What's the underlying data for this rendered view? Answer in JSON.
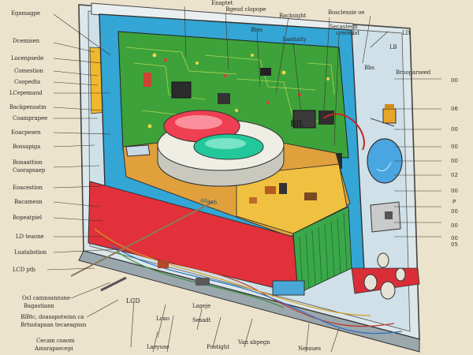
{
  "diagram": {
    "left_labels": [
      "Egamagpe",
      "Dcemisen",
      "Locenpsede",
      "Comestion",
      "Coopedta",
      "LCepemand",
      "Backpensatm",
      "Coamprapee",
      "Eoacpesen",
      "Bossapiga",
      "Bonaattion",
      "Coorapsaep",
      "Eoacestion",
      "Bacamesn",
      "Bopeatpiel",
      "LD teaone",
      "Luatabstion",
      "LCD ptb",
      "Ocl camnsannsne",
      "Bagastiann",
      "BlBtc, doasapotwisn ca",
      "Brtsotapsan tecaeagnsn",
      "Cecam coaom",
      "Amsrapsecepi"
    ],
    "top_labels": [
      "Enaptet",
      "Bgeud clopope",
      "Bles",
      "Backsight",
      "Saatiaity",
      "Bosclexsie oe",
      "Secasteon",
      "creonsat",
      "LD",
      "LB"
    ],
    "right_labels": [
      "Bbs",
      "Brooparseed"
    ],
    "right_ticks": [
      "00",
      "06",
      "00",
      "00",
      "00",
      "02",
      "00",
      "P",
      "00",
      "00",
      "00",
      "05"
    ],
    "bottom_labels": [
      "LCD",
      "Loao",
      "Lageje",
      "Sesadt",
      "Laeyuse",
      "Pootight",
      "Van abpegn",
      "Nessues"
    ],
    "board_text": [
      "BIL",
      "ollaeb"
    ],
    "colors": {
      "paper": "#efe6d3",
      "frame_blue": "#33a6d6",
      "circuit_green": "#3ea23a",
      "bezel_red": "#e2313a",
      "bezel_yellow": "#f0b82c",
      "button_red": "#ef3f52",
      "button_teal": "#23c89a",
      "pcb_orange": "#e0a03c",
      "ink": "#2f2a24"
    },
    "icons": [
      "magnifier-lens-icon",
      "speaker-box-icon",
      "capacitor-icon"
    ]
  }
}
